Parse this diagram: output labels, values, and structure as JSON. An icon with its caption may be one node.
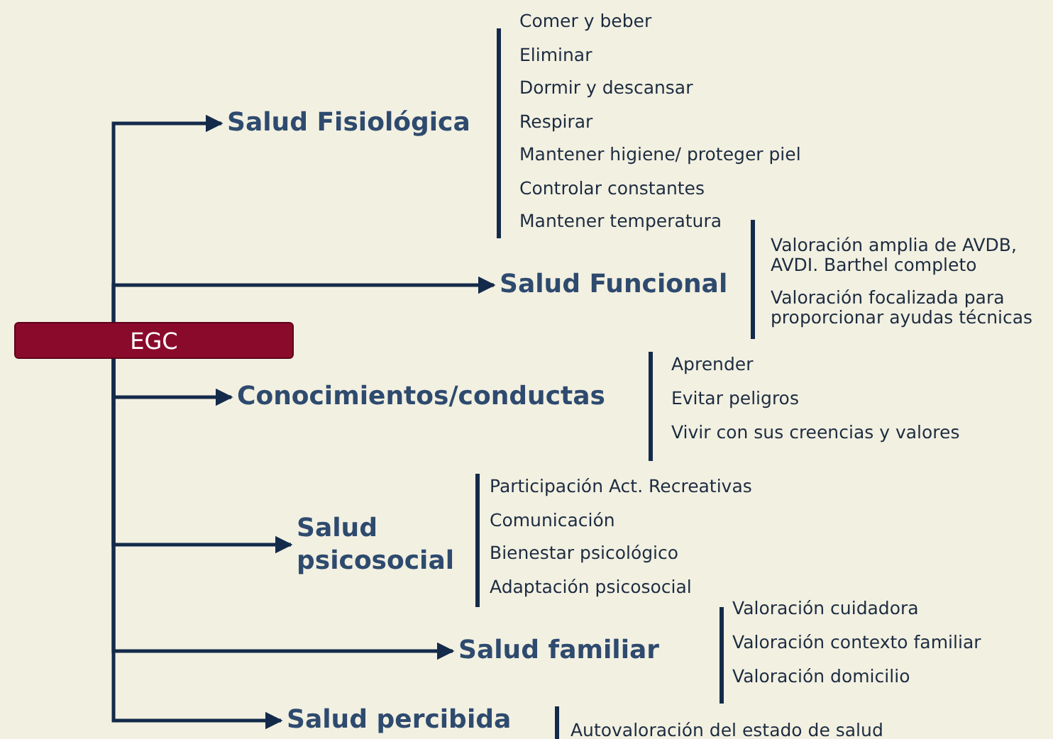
{
  "diagram": {
    "nodes": [
      {
        "text": [
          "EGC"
        ]
      },
      {
        "text": [
          "Salud Fisiológica"
        ],
        "beside": [
          "Comer y beber",
          "Eliminar",
          "Dormir y descansar",
          "Respirar",
          "Mantener higiene/ proteger piel",
          "Controlar constantes",
          "Mantener temperatura"
        ]
      },
      {
        "text": [
          "Salud Funcional"
        ],
        "beside": [
          "Valoración amplia de AVDB, AVDI. Barthel completo",
          "Valoración focalizada para proporcionar ayudas técnicas"
        ]
      },
      {
        "text": [
          "Conocimientos/conductas"
        ],
        "beside": [
          "Aprender",
          "Evitar peligros",
          "Vivir con sus creencias y valores"
        ]
      },
      {
        "text": [
          "Salud psicosocial"
        ],
        "beside": [
          "Participación Act. Recreativas",
          "Comunicación",
          "Bienestar psicológico",
          "Adaptación psicosocial"
        ]
      },
      {
        "text": [
          "Salud familiar"
        ],
        "beside": [
          "Valoración cuidadora",
          "Valoración contexto familiar",
          "Valoración domicilio"
        ]
      },
      {
        "text": [
          "Salud percibida"
        ],
        "beside": [
          "Autovaloración del estado de salud"
        ]
      }
    ],
    "edges": [
      {
        "from": 0,
        "to": 1,
        "arrow": "to"
      },
      {
        "from": 0,
        "to": 2,
        "arrow": "to"
      },
      {
        "from": 0,
        "to": 3,
        "arrow": "to"
      },
      {
        "from": 0,
        "to": 4,
        "arrow": "to"
      },
      {
        "from": 0,
        "to": 5,
        "arrow": "to"
      },
      {
        "from": 0,
        "to": 6,
        "arrow": "to"
      }
    ]
  }
}
